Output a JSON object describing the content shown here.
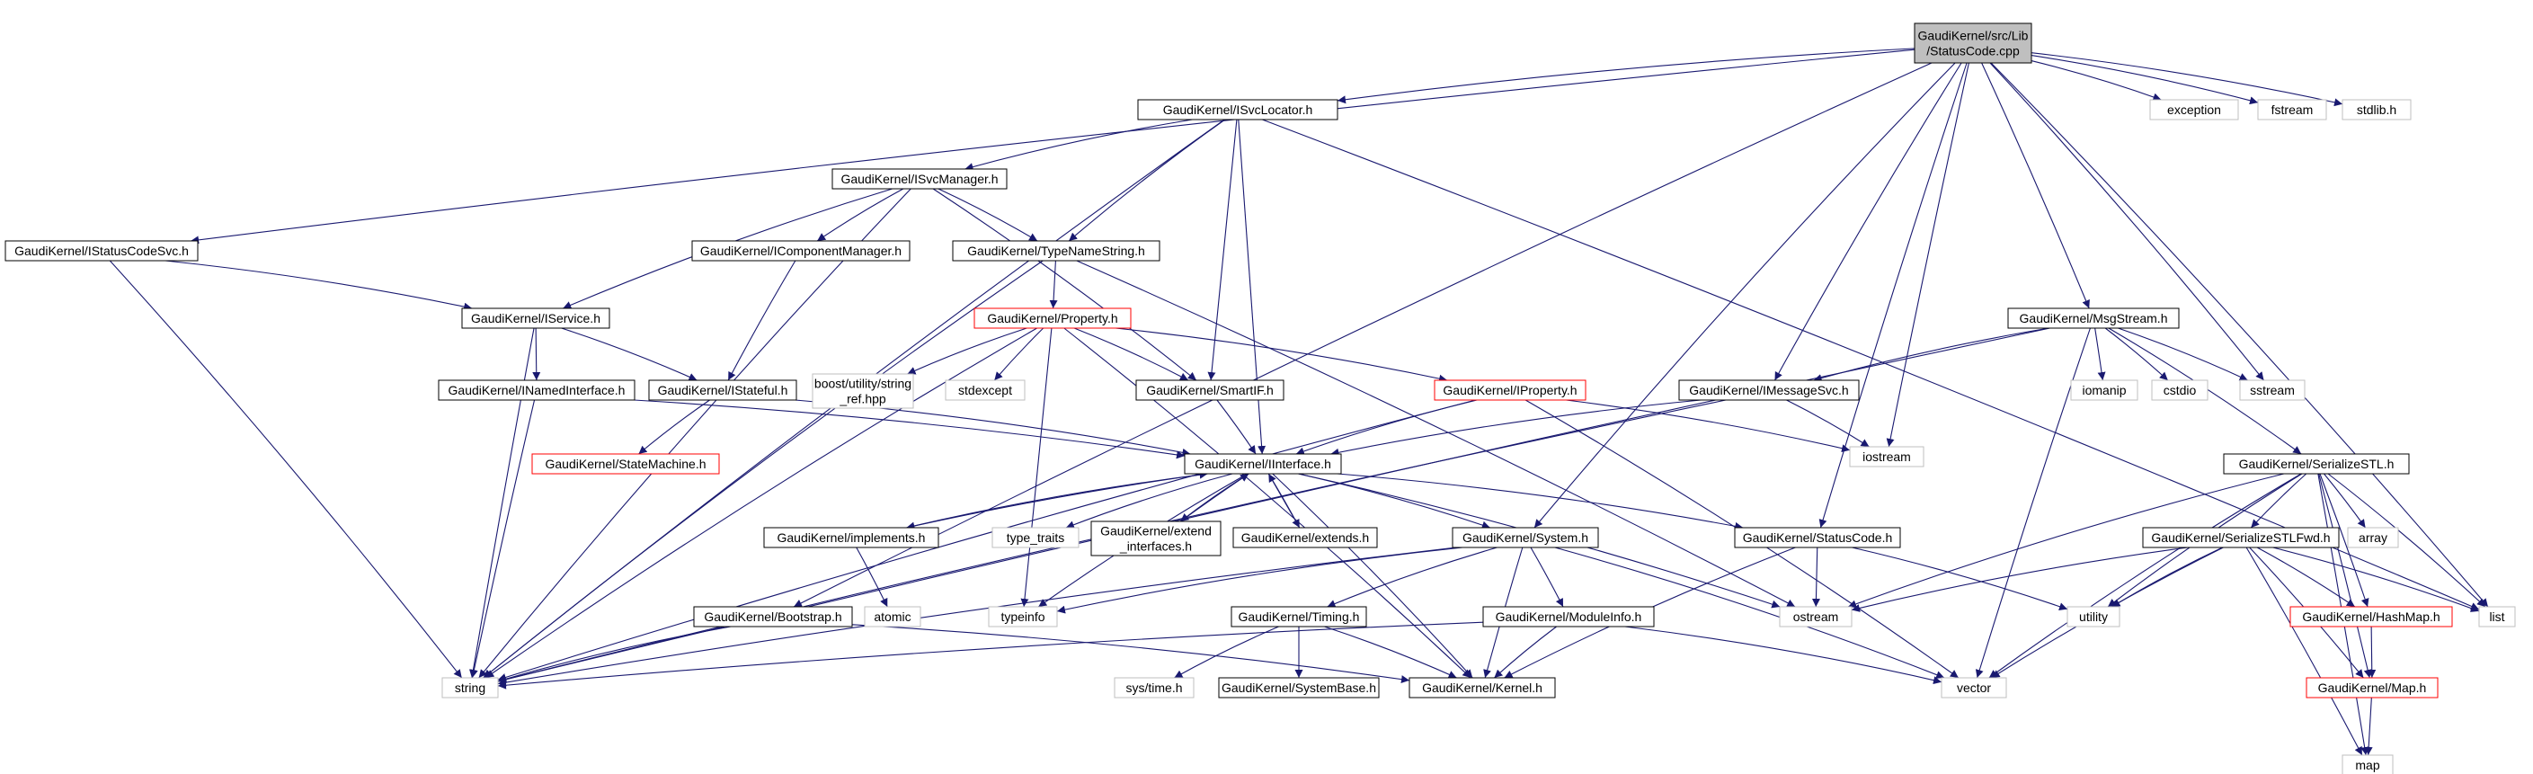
{
  "diagram": {
    "colors": {
      "edge": "#191970",
      "root_fill": "#bfbfbf",
      "normal_border": "#000000",
      "missing_border": "#bfbfbf",
      "doc_border": "#ff0000"
    },
    "nodes": [
      {
        "id": "root",
        "lines": [
          "GaudiKernel/src/Lib",
          "/StatusCode.cpp"
        ],
        "kind": "root"
      },
      {
        "id": "isvclocator",
        "lines": [
          "GaudiKernel/ISvcLocator.h"
        ],
        "kind": "normal"
      },
      {
        "id": "exception",
        "lines": [
          "exception"
        ],
        "kind": "missing"
      },
      {
        "id": "fstream",
        "lines": [
          "fstream"
        ],
        "kind": "missing"
      },
      {
        "id": "stdlib",
        "lines": [
          "stdlib.h"
        ],
        "kind": "missing"
      },
      {
        "id": "isvcmanager",
        "lines": [
          "GaudiKernel/ISvcManager.h"
        ],
        "kind": "normal"
      },
      {
        "id": "istatuscodesvc",
        "lines": [
          "GaudiKernel/IStatusCodeSvc.h"
        ],
        "kind": "normal"
      },
      {
        "id": "icomponentmanager",
        "lines": [
          "GaudiKernel/IComponentManager.h"
        ],
        "kind": "normal"
      },
      {
        "id": "typenamestring",
        "lines": [
          "GaudiKernel/TypeNameString.h"
        ],
        "kind": "normal"
      },
      {
        "id": "iservice",
        "lines": [
          "GaudiKernel/IService.h"
        ],
        "kind": "normal"
      },
      {
        "id": "property",
        "lines": [
          "GaudiKernel/Property.h"
        ],
        "kind": "doc"
      },
      {
        "id": "msgstream",
        "lines": [
          "GaudiKernel/MsgStream.h"
        ],
        "kind": "normal"
      },
      {
        "id": "inamedinterface",
        "lines": [
          "GaudiKernel/INamedInterface.h"
        ],
        "kind": "normal"
      },
      {
        "id": "istateful",
        "lines": [
          "GaudiKernel/IStateful.h"
        ],
        "kind": "normal"
      },
      {
        "id": "boostref",
        "lines": [
          "boost/utility/string",
          "_ref.hpp"
        ],
        "kind": "missing"
      },
      {
        "id": "stdexcept",
        "lines": [
          "stdexcept"
        ],
        "kind": "missing"
      },
      {
        "id": "smartif",
        "lines": [
          "GaudiKernel/SmartIF.h"
        ],
        "kind": "normal"
      },
      {
        "id": "iproperty",
        "lines": [
          "GaudiKernel/IProperty.h"
        ],
        "kind": "doc"
      },
      {
        "id": "imessagesvc",
        "lines": [
          "GaudiKernel/IMessageSvc.h"
        ],
        "kind": "normal"
      },
      {
        "id": "iomanip",
        "lines": [
          "iomanip"
        ],
        "kind": "missing"
      },
      {
        "id": "cstdio",
        "lines": [
          "cstdio"
        ],
        "kind": "missing"
      },
      {
        "id": "sstream",
        "lines": [
          "sstream"
        ],
        "kind": "missing"
      },
      {
        "id": "statemachine",
        "lines": [
          "GaudiKernel/StateMachine.h"
        ],
        "kind": "doc"
      },
      {
        "id": "iinterface",
        "lines": [
          "GaudiKernel/IInterface.h"
        ],
        "kind": "normal"
      },
      {
        "id": "iostream",
        "lines": [
          "iostream"
        ],
        "kind": "missing"
      },
      {
        "id": "serializestl",
        "lines": [
          "GaudiKernel/SerializeSTL.h"
        ],
        "kind": "normal"
      },
      {
        "id": "implements",
        "lines": [
          "GaudiKernel/implements.h"
        ],
        "kind": "normal"
      },
      {
        "id": "type_traits",
        "lines": [
          "type_traits"
        ],
        "kind": "missing"
      },
      {
        "id": "extend_interfaces",
        "lines": [
          "GaudiKernel/extend",
          "_interfaces.h"
        ],
        "kind": "normal"
      },
      {
        "id": "extends",
        "lines": [
          "GaudiKernel/extends.h"
        ],
        "kind": "normal"
      },
      {
        "id": "system",
        "lines": [
          "GaudiKernel/System.h"
        ],
        "kind": "normal"
      },
      {
        "id": "statuscode",
        "lines": [
          "GaudiKernel/StatusCode.h"
        ],
        "kind": "normal"
      },
      {
        "id": "array",
        "lines": [
          "array"
        ],
        "kind": "missing"
      },
      {
        "id": "serializestlfwd",
        "lines": [
          "GaudiKernel/SerializeSTLFwd.h"
        ],
        "kind": "normal"
      },
      {
        "id": "atomic",
        "lines": [
          "atomic"
        ],
        "kind": "missing"
      },
      {
        "id": "typeinfo",
        "lines": [
          "typeinfo"
        ],
        "kind": "missing"
      },
      {
        "id": "bootstrap",
        "lines": [
          "GaudiKernel/Bootstrap.h"
        ],
        "kind": "normal"
      },
      {
        "id": "timing",
        "lines": [
          "GaudiKernel/Timing.h"
        ],
        "kind": "normal"
      },
      {
        "id": "moduleinfo",
        "lines": [
          "GaudiKernel/ModuleInfo.h"
        ],
        "kind": "normal"
      },
      {
        "id": "ostream",
        "lines": [
          "ostream"
        ],
        "kind": "missing"
      },
      {
        "id": "utility",
        "lines": [
          "utility"
        ],
        "kind": "missing"
      },
      {
        "id": "hashmap",
        "lines": [
          "GaudiKernel/HashMap.h"
        ],
        "kind": "doc"
      },
      {
        "id": "list",
        "lines": [
          "list"
        ],
        "kind": "missing"
      },
      {
        "id": "string",
        "lines": [
          "string"
        ],
        "kind": "missing"
      },
      {
        "id": "systime",
        "lines": [
          "sys/time.h"
        ],
        "kind": "missing"
      },
      {
        "id": "systembase",
        "lines": [
          "GaudiKernel/SystemBase.h"
        ],
        "kind": "normal"
      },
      {
        "id": "kernel",
        "lines": [
          "GaudiKernel/Kernel.h"
        ],
        "kind": "normal"
      },
      {
        "id": "vector",
        "lines": [
          "vector"
        ],
        "kind": "missing"
      },
      {
        "id": "mapdoc",
        "lines": [
          "GaudiKernel/Map.h"
        ],
        "kind": "doc"
      },
      {
        "id": "map",
        "lines": [
          "map"
        ],
        "kind": "missing"
      }
    ],
    "edges": [
      [
        "root",
        "isvclocator"
      ],
      [
        "root",
        "exception"
      ],
      [
        "root",
        "fstream"
      ],
      [
        "root",
        "stdlib"
      ],
      [
        "root",
        "istatuscodesvc"
      ],
      [
        "root",
        "msgstream"
      ],
      [
        "root",
        "imessagesvc"
      ],
      [
        "root",
        "iostream"
      ],
      [
        "root",
        "sstream"
      ],
      [
        "root",
        "system"
      ],
      [
        "root",
        "statuscode"
      ],
      [
        "root",
        "bootstrap"
      ],
      [
        "root",
        "list"
      ],
      [
        "isvclocator",
        "isvcmanager"
      ],
      [
        "isvclocator",
        "typenamestring"
      ],
      [
        "isvclocator",
        "smartif"
      ],
      [
        "isvclocator",
        "iinterface"
      ],
      [
        "isvclocator",
        "string"
      ],
      [
        "isvclocator",
        "list"
      ],
      [
        "isvcmanager",
        "icomponentmanager"
      ],
      [
        "isvcmanager",
        "typenamestring"
      ],
      [
        "isvcmanager",
        "iservice"
      ],
      [
        "isvcmanager",
        "smartif"
      ],
      [
        "isvcmanager",
        "string"
      ],
      [
        "istatuscodesvc",
        "iservice"
      ],
      [
        "istatuscodesvc",
        "string"
      ],
      [
        "icomponentmanager",
        "istateful"
      ],
      [
        "typenamestring",
        "property"
      ],
      [
        "typenamestring",
        "string"
      ],
      [
        "typenamestring",
        "ostream"
      ],
      [
        "iservice",
        "inamedinterface"
      ],
      [
        "iservice",
        "istateful"
      ],
      [
        "iservice",
        "string"
      ],
      [
        "property",
        "boostref"
      ],
      [
        "property",
        "stdexcept"
      ],
      [
        "property",
        "smartif"
      ],
      [
        "property",
        "iproperty"
      ],
      [
        "property",
        "string"
      ],
      [
        "property",
        "typeinfo"
      ],
      [
        "property",
        "kernel"
      ],
      [
        "msgstream",
        "imessagesvc"
      ],
      [
        "msgstream",
        "iomanip"
      ],
      [
        "msgstream",
        "cstdio"
      ],
      [
        "msgstream",
        "sstream"
      ],
      [
        "msgstream",
        "serializestl"
      ],
      [
        "msgstream",
        "string"
      ],
      [
        "msgstream",
        "vector"
      ],
      [
        "inamedinterface",
        "iinterface"
      ],
      [
        "inamedinterface",
        "string"
      ],
      [
        "istateful",
        "statemachine"
      ],
      [
        "istateful",
        "iinterface"
      ],
      [
        "smartif",
        "iinterface"
      ],
      [
        "iproperty",
        "iinterface"
      ],
      [
        "iproperty",
        "iostream"
      ],
      [
        "iproperty",
        "string"
      ],
      [
        "iproperty",
        "vector"
      ],
      [
        "imessagesvc",
        "iinterface"
      ],
      [
        "imessagesvc",
        "iostream"
      ],
      [
        "imessagesvc",
        "string"
      ],
      [
        "iinterface",
        "implements"
      ],
      [
        "iinterface",
        "type_traits"
      ],
      [
        "iinterface",
        "extend_interfaces"
      ],
      [
        "iinterface",
        "extends"
      ],
      [
        "iinterface",
        "system"
      ],
      [
        "iinterface",
        "statuscode"
      ],
      [
        "iinterface",
        "typeinfo"
      ],
      [
        "iinterface",
        "ostream"
      ],
      [
        "iinterface",
        "kernel"
      ],
      [
        "implements",
        "iinterface"
      ],
      [
        "implements",
        "atomic"
      ],
      [
        "extend_interfaces",
        "iinterface"
      ],
      [
        "extends",
        "iinterface"
      ],
      [
        "system",
        "typeinfo"
      ],
      [
        "system",
        "timing"
      ],
      [
        "system",
        "moduleinfo"
      ],
      [
        "system",
        "kernel"
      ],
      [
        "system",
        "string"
      ],
      [
        "system",
        "vector"
      ],
      [
        "statuscode",
        "ostream"
      ],
      [
        "statuscode",
        "utility"
      ],
      [
        "statuscode",
        "kernel"
      ],
      [
        "serializestl",
        "serializestlfwd"
      ],
      [
        "serializestl",
        "array"
      ],
      [
        "serializestl",
        "hashmap"
      ],
      [
        "serializestl",
        "list"
      ],
      [
        "serializestl",
        "ostream"
      ],
      [
        "serializestl",
        "utility"
      ],
      [
        "serializestl",
        "vector"
      ],
      [
        "serializestl",
        "map"
      ],
      [
        "serializestl",
        "mapdoc"
      ],
      [
        "serializestlfwd",
        "hashmap"
      ],
      [
        "serializestlfwd",
        "list"
      ],
      [
        "serializestlfwd",
        "ostream"
      ],
      [
        "serializestlfwd",
        "utility"
      ],
      [
        "serializestlfwd",
        "vector"
      ],
      [
        "serializestlfwd",
        "mapdoc"
      ],
      [
        "serializestlfwd",
        "map"
      ],
      [
        "hashmap",
        "mapdoc"
      ],
      [
        "mapdoc",
        "map"
      ],
      [
        "bootstrap",
        "string"
      ],
      [
        "bootstrap",
        "kernel"
      ],
      [
        "timing",
        "systime"
      ],
      [
        "timing",
        "systembase"
      ],
      [
        "timing",
        "kernel"
      ],
      [
        "moduleinfo",
        "kernel"
      ],
      [
        "moduleinfo",
        "string"
      ],
      [
        "moduleinfo",
        "vector"
      ]
    ]
  }
}
